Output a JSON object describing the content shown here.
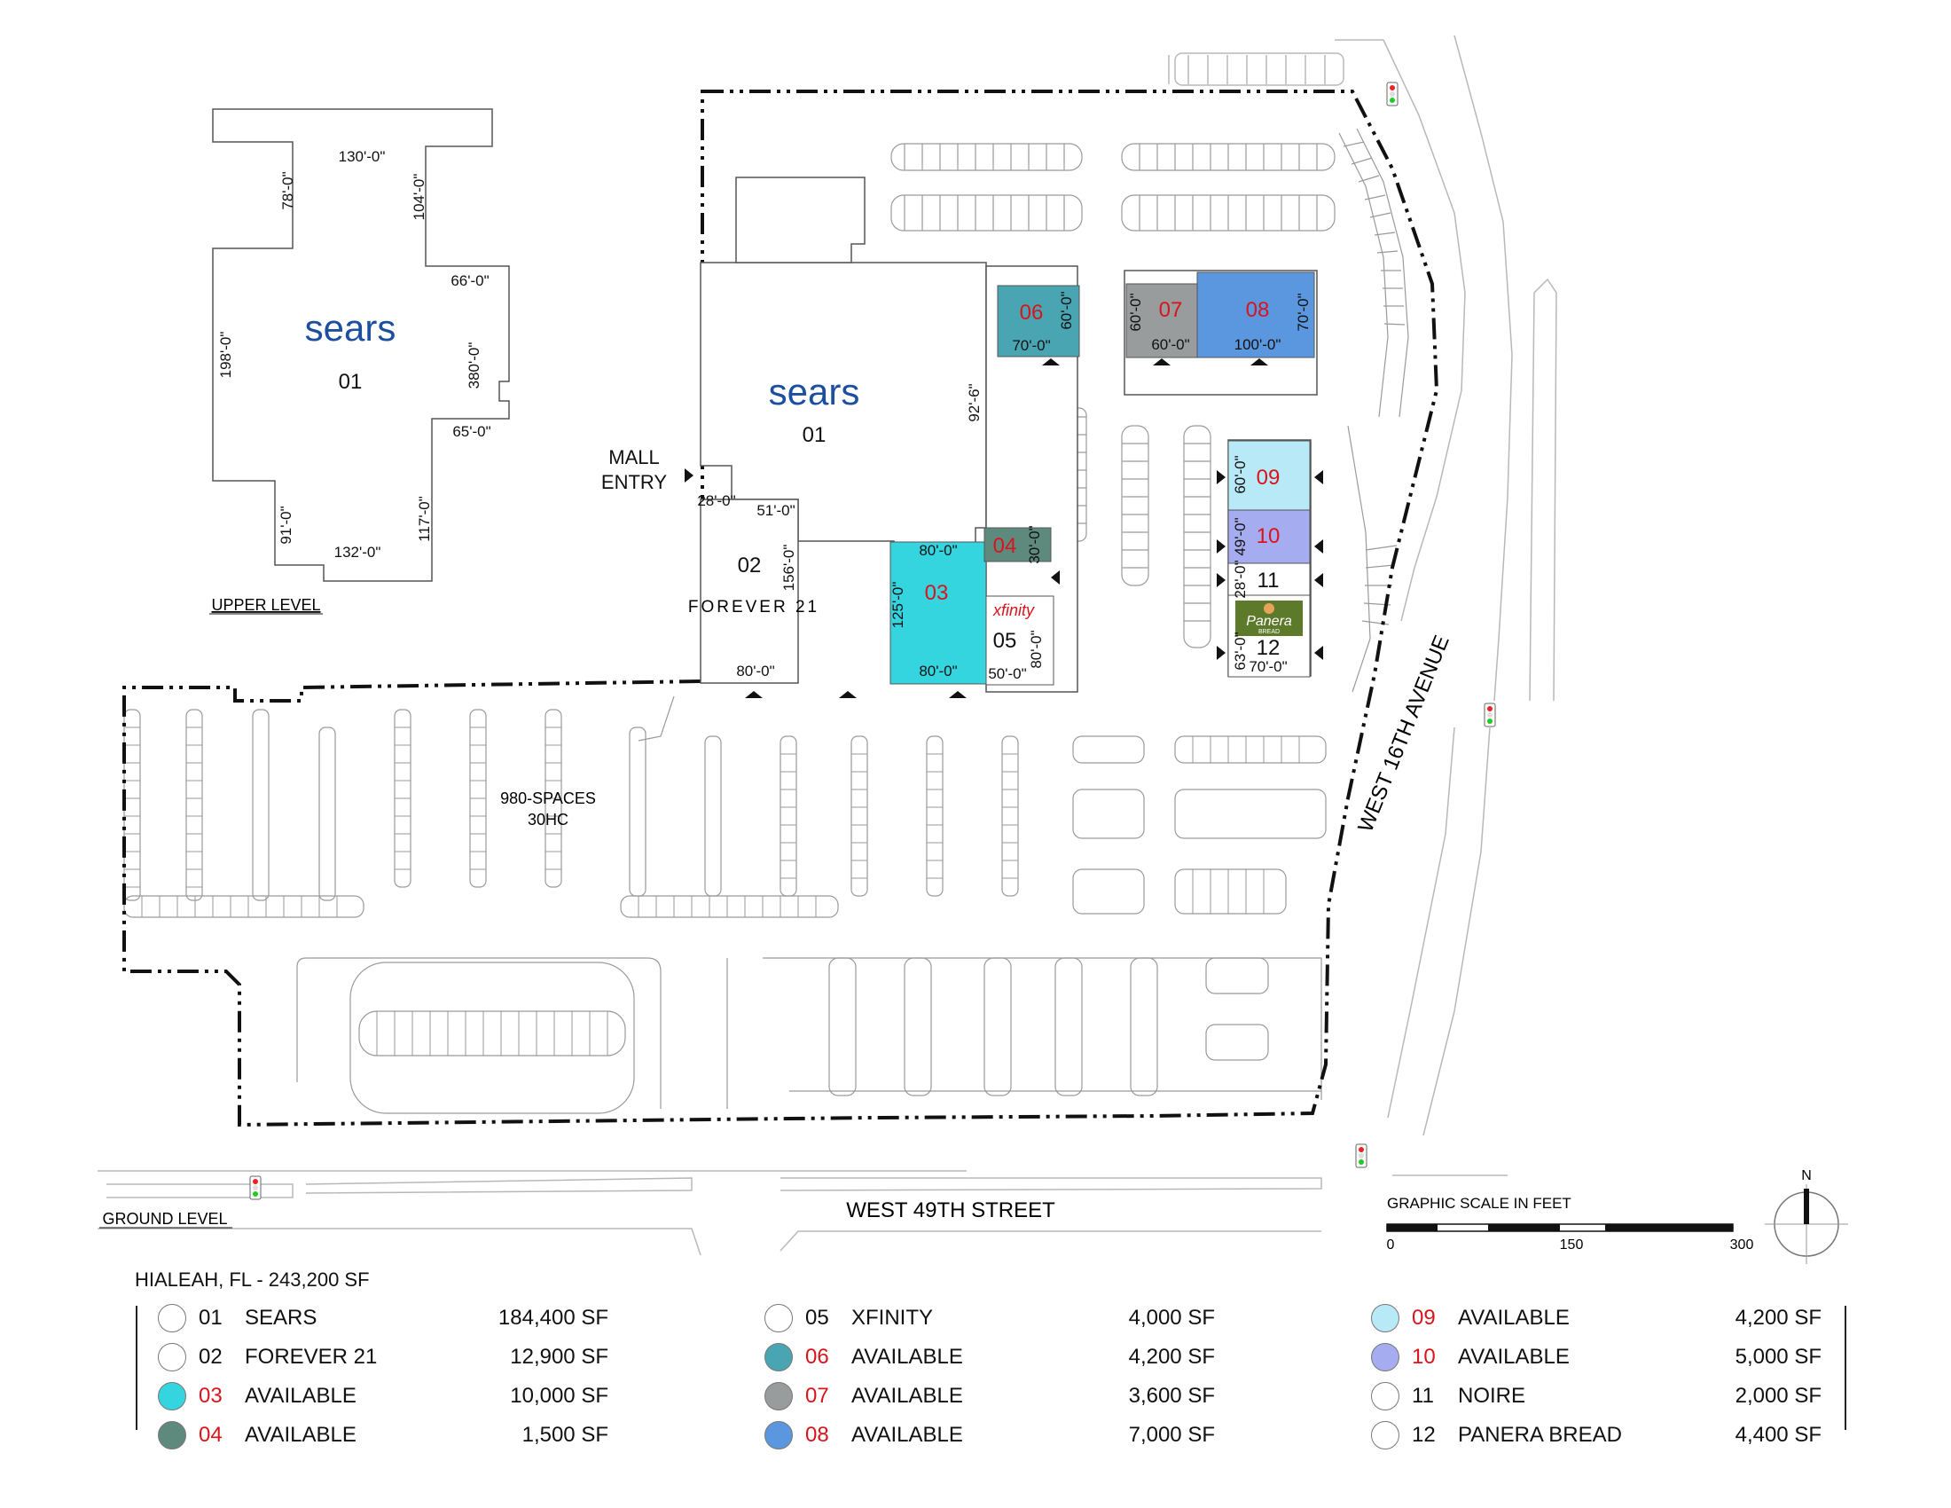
{
  "title": "HIALEAH, FL - 243,200 SF",
  "levels": {
    "upper": "UPPER LEVEL",
    "ground": "GROUND LEVEL"
  },
  "brand": {
    "sears": "sears",
    "forever21": "FOREVER 21",
    "xfinity": "xfinity",
    "panera": "Panera",
    "panera_sub": "BREAD"
  },
  "labels": {
    "mall_entry_1": "MALL",
    "mall_entry_2": "ENTRY",
    "spaces_1": "980-SPACES",
    "spaces_2": "30HC",
    "avenue": "WEST 16TH AVENUE",
    "street": "WEST 49TH STREET",
    "north": "N",
    "scale_title": "GRAPHIC SCALE IN FEET",
    "scale_0": "0",
    "scale_150": "150",
    "scale_300": "300"
  },
  "unit_numbers": {
    "u01_upper": "01",
    "u01": "01",
    "u02": "02",
    "u03": "03",
    "u04": "04",
    "u05": "05",
    "u06": "06",
    "u07": "07",
    "u08": "08",
    "u09": "09",
    "u10": "10",
    "u11": "11",
    "u12": "12"
  },
  "dimensions": {
    "up_130": "130'-0\"",
    "up_78": "78'-0\"",
    "up_104": "104'-0\"",
    "up_66": "66'-0\"",
    "up_198": "198'-0\"",
    "up_380": "380'-0\"",
    "up_65": "65'-0\"",
    "up_91": "91'-0\"",
    "up_117": "117'-0\"",
    "up_132": "132'-0\"",
    "g_28": "28'-0\"",
    "g_51": "51'-0\"",
    "g_156": "156'-0\"",
    "g_80a": "80'-0\"",
    "g_80b": "80'-0\"",
    "g_125": "125'-0\"",
    "g_80c": "80'-0\"",
    "g_30": "30'-0\"",
    "g_92": "92'-6\"",
    "g_80d": "80'-0\"",
    "g_50": "50'-0\"",
    "g_70a": "70'-0\"",
    "g_60a": "60'-0\"",
    "g_60b": "60'-0\"",
    "g_60c": "60'-0\"",
    "g_100": "100'-0\"",
    "g_70b": "70'-0\"",
    "g_60d": "60'-0\"",
    "g_49": "49'-0\"",
    "g_28b": "28'-0\"",
    "g_63": "63'-0\"",
    "g_70c": "70'-0\""
  },
  "colors": {
    "u03": "#35d5df",
    "u04": "#5e8a7e",
    "u06": "#4aa5b2",
    "u07": "#999c9c",
    "u08": "#5a97df",
    "u09": "#b8e9f6",
    "u10": "#a5acef",
    "red": "#d9141c",
    "sears": "#1c4fa0",
    "xfinity": "#d9141c",
    "panera": "#5d7a2a"
  },
  "legend": [
    {
      "code": "01",
      "name": "SEARS",
      "area": "184,400 SF",
      "color": "#ffffff",
      "red": false
    },
    {
      "code": "02",
      "name": "FOREVER 21",
      "area": "12,900 SF",
      "color": "#ffffff",
      "red": false
    },
    {
      "code": "03",
      "name": "AVAILABLE",
      "area": "10,000 SF",
      "color": "#35d5df",
      "red": true
    },
    {
      "code": "04",
      "name": "AVAILABLE",
      "area": "1,500 SF",
      "color": "#5e8a7e",
      "red": true
    },
    {
      "code": "05",
      "name": "XFINITY",
      "area": "4,000 SF",
      "color": "#ffffff",
      "red": false
    },
    {
      "code": "06",
      "name": "AVAILABLE",
      "area": "4,200 SF",
      "color": "#4aa5b2",
      "red": true
    },
    {
      "code": "07",
      "name": "AVAILABLE",
      "area": "3,600 SF",
      "color": "#999c9c",
      "red": true
    },
    {
      "code": "08",
      "name": "AVAILABLE",
      "area": "7,000 SF",
      "color": "#5a97df",
      "red": true
    },
    {
      "code": "09",
      "name": "AVAILABLE",
      "area": "4,200 SF",
      "color": "#b8e9f6",
      "red": true
    },
    {
      "code": "10",
      "name": "AVAILABLE",
      "area": "5,000 SF",
      "color": "#a5acef",
      "red": true
    },
    {
      "code": "11",
      "name": "NOIRE",
      "area": "2,000 SF",
      "color": "#ffffff",
      "red": false
    },
    {
      "code": "12",
      "name": "PANERA BREAD",
      "area": "4,400 SF",
      "color": "#ffffff",
      "red": false
    }
  ]
}
